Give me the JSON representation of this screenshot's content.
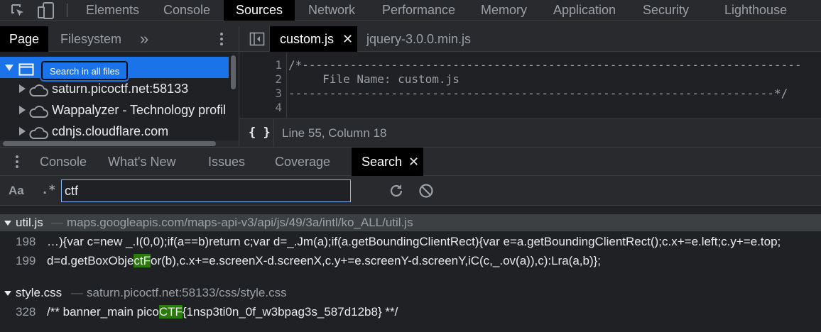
{
  "topbar": {
    "tabs": [
      "Elements",
      "Console",
      "Sources",
      "Network",
      "Performance",
      "Memory",
      "Application",
      "Security",
      "Lighthouse"
    ],
    "active_tab": "Sources"
  },
  "navigator": {
    "tabs": [
      "Page",
      "Filesystem"
    ],
    "active_tab": "Page",
    "tooltip": "Search in all files",
    "items": [
      {
        "label": "saturn.picoctf.net:58133"
      },
      {
        "label": "Wappalyzer - Technology profil"
      },
      {
        "label": "cdnjs.cloudflare.com"
      }
    ]
  },
  "editor": {
    "tabs": [
      {
        "label": "custom.js",
        "active": true
      },
      {
        "label": "jquery-3.0.0.min.js",
        "active": false
      }
    ],
    "lines": [
      {
        "num": "1",
        "text": "/*-------------------------------------------------------------------------"
      },
      {
        "num": "2",
        "text": "     File Name: custom.js"
      },
      {
        "num": "3",
        "text": "-----------------------------------------------------------------------*/"
      },
      {
        "num": "4",
        "text": ""
      }
    ],
    "status": "Line 55, Column 18",
    "format_label": "{ }"
  },
  "drawer": {
    "tabs": [
      "Console",
      "What's New",
      "Issues",
      "Coverage",
      "Search"
    ],
    "active_tab": "Search"
  },
  "search": {
    "case_label": "Aa",
    "regex_label": ".*",
    "query": "ctf",
    "results": [
      {
        "file": "util.js",
        "path": "maps.googleapis.com/maps-api-v3/api/js/49/3a/intl/ko_ALL/util.js",
        "matches": [
          {
            "line": "198",
            "before": "…){var c=new _.I(0,0);if(a==b)return c;var d=_.Jm(a);if(a.getBoundingClientRect){var e=a.getBoundingClientRect();c.x+=e.left;c.y+=e.top;",
            "hit": "",
            "after": ""
          },
          {
            "line": "199",
            "before": "d=d.getBoxObje",
            "hit": "ctF",
            "after": "or(b),c.x+=e.screenX-d.screenX,c.y+=e.screenY-d.screenY,iC(c,_.ov(a)),c):Lra(a,b)};"
          }
        ]
      },
      {
        "file": "style.css",
        "path": "saturn.picoctf.net:58133/css/style.css",
        "matches": [
          {
            "line": "328",
            "before": "/** banner_main pico",
            "hit": "CTF",
            "after": "{1nsp3ti0n_0f_w3bpag3s_587d12b8} **/"
          }
        ]
      }
    ]
  },
  "colors": {
    "accent": "#1a73e8",
    "highlight": "#2b7a0b",
    "panel_bg": "#202124",
    "toolbar_bg": "#292a2d"
  }
}
